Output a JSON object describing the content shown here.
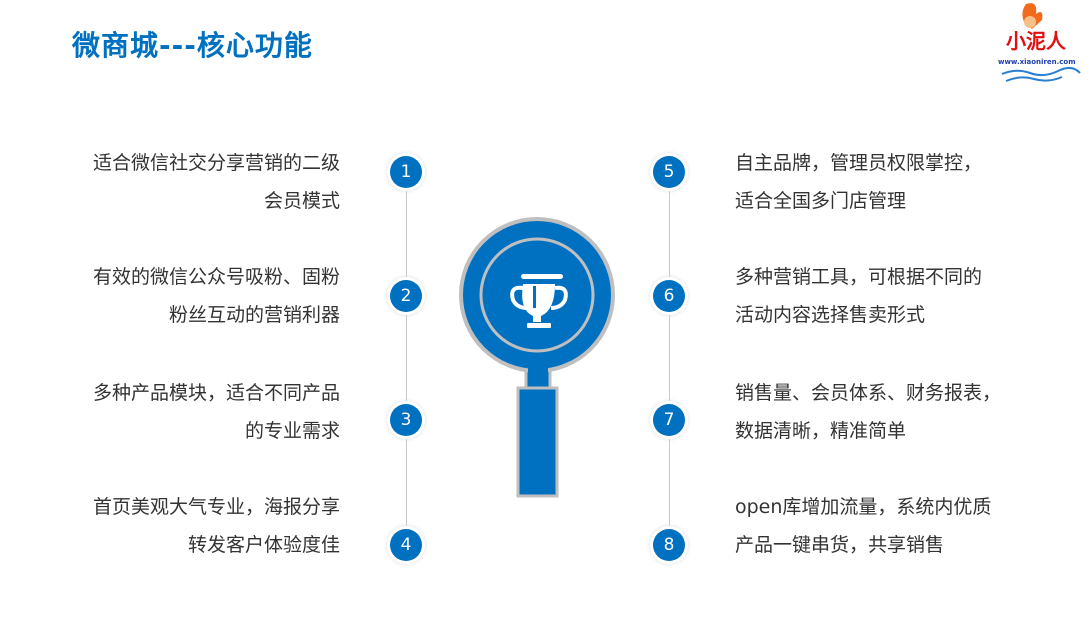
{
  "title": "微商城---核心功能",
  "logo": {
    "name": "小泥人",
    "url": "www.xiaoniren.com"
  },
  "left_items": [
    {
      "num": "1",
      "lines": [
        "适合微信社交分享营销的二级",
        "会员模式"
      ]
    },
    {
      "num": "2",
      "lines": [
        "有效的微信公众号吸粉、固粉",
        "粉丝互动的营销利器"
      ]
    },
    {
      "num": "3",
      "lines": [
        "多种产品模块，适合不同产品",
        "的专业需求"
      ]
    },
    {
      "num": "4",
      "lines": [
        "首页美观大气专业，海报分享",
        "转发客户体验度佳"
      ]
    }
  ],
  "right_items": [
    {
      "num": "5",
      "lines": [
        "自主品牌，管理员权限掌控，",
        "适合全国多门店管理"
      ]
    },
    {
      "num": "6",
      "lines": [
        "多种营销工具，可根据不同的",
        "活动内容选择售卖形式"
      ]
    },
    {
      "num": "7",
      "lines": [
        "销售量、会员体系、财务报表，",
        "数据清晰，精准简单"
      ]
    },
    {
      "num": "8",
      "lines": [
        "open库增加流量，系统内优质",
        "产品一键串货，共享销售"
      ]
    }
  ],
  "colors": {
    "accent": "#0070c0",
    "ring": "#bfbfbf"
  }
}
